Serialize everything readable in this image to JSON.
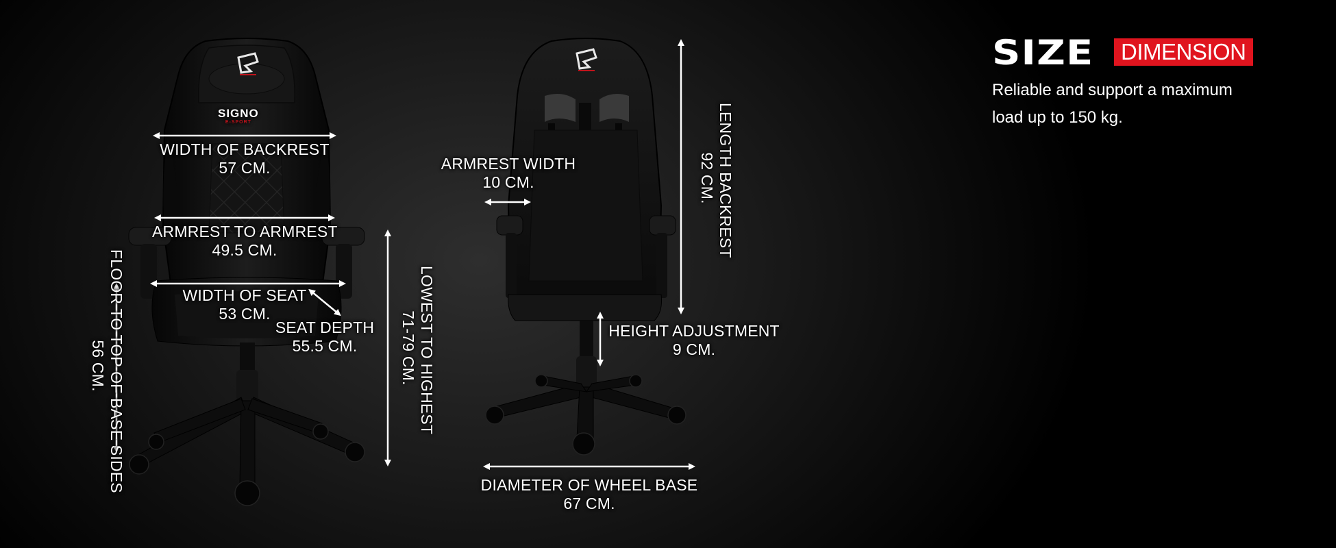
{
  "title": {
    "size_word": "SIZE",
    "badge": "DIMENSION"
  },
  "description": {
    "line1": "Reliable and support a maximum",
    "line2": "load up to 150 kg."
  },
  "front_chair": {
    "logo_text": "SIGNO",
    "logo_sub": "E-SPORT",
    "width_of_backrest": {
      "label": "WIDTH OF BACKREST",
      "value": "57 CM."
    },
    "armrest_to_armrest": {
      "label": "ARMREST TO ARMREST",
      "value": "49.5 CM."
    },
    "width_of_seat": {
      "label": "WIDTH OF SEAT",
      "value": "53 CM."
    },
    "seat_depth": {
      "label": "SEAT DEPTH",
      "value": "55.5 CM."
    },
    "floor_to_top": {
      "label": "FLOOR TO TOP OF BASE SIDES",
      "value": "56 CM."
    },
    "lowest_to_highest": {
      "label": "LOWEST TO HIGHEST",
      "value": "71-79 CM."
    }
  },
  "back_chair": {
    "armrest_width": {
      "label": "ARMREST WIDTH",
      "value": "10 CM."
    },
    "length_backrest": {
      "label": "LENGTH BACKREST",
      "value": "92 CM."
    },
    "height_adjustment": {
      "label": "HEIGHT ADJUSTMENT",
      "value": "9 CM."
    },
    "diameter_wheel_base": {
      "label": "DIAMETER OF WHEEL BASE",
      "value": "67 CM."
    }
  },
  "colors": {
    "accent": "#e0141e",
    "text": "#ffffff",
    "chair": "#111111"
  }
}
